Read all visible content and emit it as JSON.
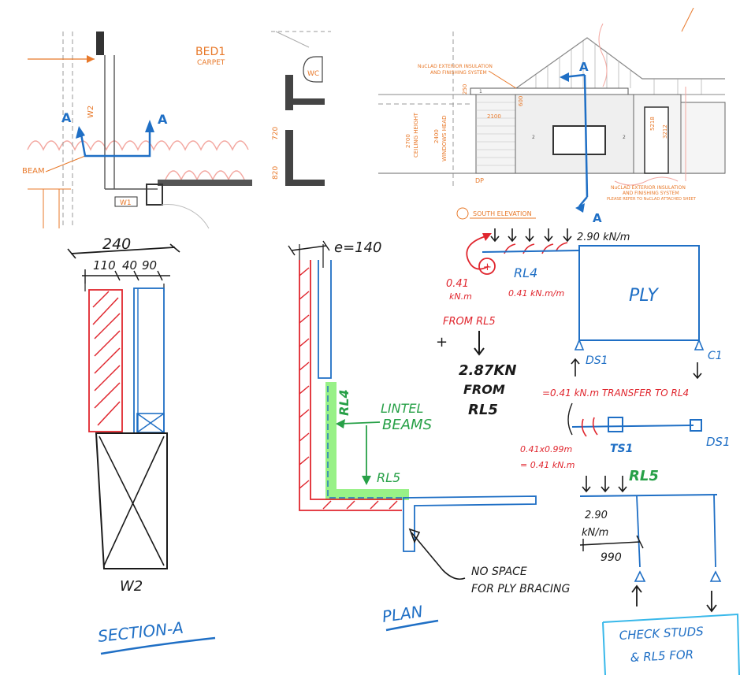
{
  "colors": {
    "orange": "#e8792a",
    "blue": "#1f6fc5",
    "red": "#e0262e",
    "green": "#27a047",
    "green_highlight": "#8df07a",
    "black": "#1a1a1a",
    "cyan": "#38b8ea",
    "grey": "#8a8a8a"
  },
  "floor_plan": {
    "room_label": "BED1",
    "room_finish": "CARPET",
    "wc_label": "WC",
    "wall_label": "W2",
    "window_label": "W1",
    "beam_label": "BEAM",
    "section_marker": "A",
    "dim_left": "720",
    "dim_right": "820"
  },
  "elevation": {
    "cladding_note_top_1": "NuCLAD EXTERIOR INSULATION",
    "cladding_note_top_2": "AND FINISHING SYSTEM",
    "cladding_note_bottom_1": "NuCLAD EXTERIOR INSULATION",
    "cladding_note_bottom_2": "AND FINISHING SYSTEM",
    "cladding_note_bottom_3": "PLEASE REFER TO NuCLAD ATTACHED SHEET",
    "ceiling_height_value": "2700",
    "ceiling_height_label": "CEILING HEIGHT",
    "windows_head_value": "2400",
    "windows_head_label": "WINDOWS HEAD",
    "dim_250": "250",
    "dim_600": "600",
    "dim_2100": "2100",
    "dim_5218": "5218",
    "dim_3212": "3212",
    "dp_label": "DP",
    "panel_marker_1": "1",
    "panel_marker_2": "2",
    "panel_marker_3": "2",
    "view_title": "SOUTH ELEVATION",
    "section_marker": "A"
  },
  "section_sketch": {
    "overall_width": "240",
    "dim_1": "110",
    "dim_2": "40",
    "dim_3": "90",
    "wall_label": "W2",
    "title": "SECTION-A"
  },
  "plan_sketch": {
    "eccentricity": "e=140",
    "rl4_label": "RL4",
    "lintel_label_1": "LINTEL",
    "lintel_label_2": "BEAMS",
    "rl5_label": "RL5",
    "note_1": "NO SPACE",
    "note_2": "FOR PLY BRACING",
    "title": "PLAN"
  },
  "calc_sketch": {
    "udl": "2.90 kN/m",
    "moment_value_1": "0.41",
    "moment_value_2": "kN.m",
    "rl4_label": "RL4",
    "moment_rl4": "0.41 kN.m/m",
    "ply_label": "PLY",
    "from_rl5": "FROM RL5",
    "plus_sign": "+",
    "load_value": "2.87KN",
    "load_from": "FROM",
    "load_source": "RL5",
    "support_ds1": "DS1",
    "support_c1": "C1",
    "transfer_note": "=0.41 kN.m  TRANSFER TO RL4",
    "ts1_label": "TS1",
    "ds1_label_2": "DS1",
    "calc_1": "0.41x0.99m",
    "calc_2": "= 0.41 kN.m",
    "rl5_label": "RL5",
    "udl_2_value": "2.90",
    "udl_2_unit": "kN/m",
    "span_990": "990",
    "check_note_1": "CHECK STUDS",
    "check_note_2": "& RL5 FOR"
  }
}
